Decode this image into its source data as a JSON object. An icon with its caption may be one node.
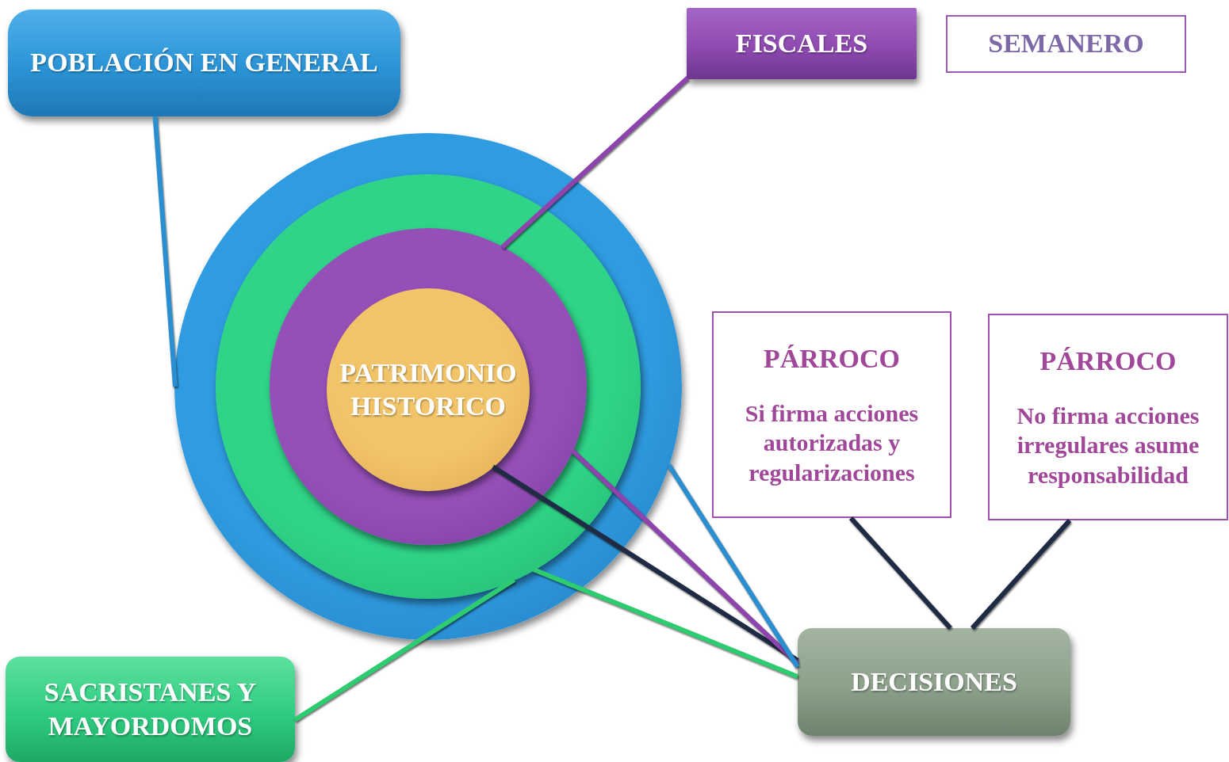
{
  "diagram": {
    "nodes": [
      {
        "text": [
          "POBLACIÓN EN GENERAL"
        ]
      },
      {
        "text": [
          "FISCALES"
        ]
      },
      {
        "text": [
          "SEMANERO"
        ]
      },
      {
        "text": [],
        "shape": "circle"
      },
      {
        "text": [],
        "shape": "circle",
        "in": 3
      },
      {
        "text": [],
        "shape": "circle",
        "in": 4
      },
      {
        "text": [
          "PATRIMONIO HISTORICO"
        ],
        "in": 5
      },
      {
        "text": [
          "PÁRROCO",
          "Si firma acciones autorizadas y regularizaciones"
        ]
      },
      {
        "text": [
          "PÁRROCO",
          "No firma acciones irregulares asume responsabilidad"
        ]
      },
      {
        "text": [
          "SACRISTANES Y MAYORDOMOS"
        ]
      },
      {
        "text": [
          "DECISIONES"
        ]
      }
    ],
    "edges": [
      {
        "from": 0,
        "to": 3,
        "arrow": "none",
        "color": "#2a8fd0"
      },
      {
        "from": 1,
        "to": 5,
        "arrow": "none",
        "color": "#8e44ad"
      },
      {
        "from": 9,
        "to": 4,
        "arrow": "none",
        "color": "#2ecc71"
      },
      {
        "from": 10,
        "to": 6,
        "arrow": "none"
      },
      {
        "from": 10,
        "to": 5,
        "arrow": "none",
        "color": "#8e44ad"
      },
      {
        "from": 10,
        "to": 3,
        "arrow": "none",
        "color": "#2a8fd0"
      },
      {
        "from": 10,
        "to": 4,
        "arrow": "none",
        "color": "#2ecc71"
      },
      {
        "from": 7,
        "to": 10,
        "arrow": "none"
      },
      {
        "from": 8,
        "to": 10,
        "arrow": "none"
      }
    ]
  }
}
